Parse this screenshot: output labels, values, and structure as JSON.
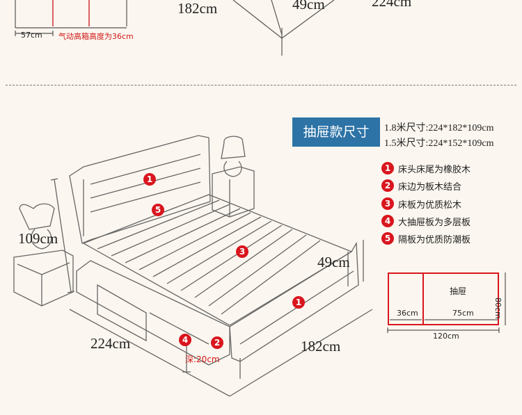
{
  "top_section": {
    "dim_57": "57cm",
    "gas_note": "气动高箱高度为36cm",
    "dim_182_top": "182cm",
    "dim_49_top": "49cm",
    "dim_224_top": "224cm"
  },
  "title": "抽屉款尺寸",
  "specs": [
    "1.8米尺寸:224*182*109cm",
    "1.5米尺寸:224*152*109cm"
  ],
  "features": [
    {
      "num": "1",
      "text": "床头床尾为橡胶木"
    },
    {
      "num": "2",
      "text": "床边为板木结合"
    },
    {
      "num": "3",
      "text": "床板为优质松木"
    },
    {
      "num": "4",
      "text": "大抽屉板为多层板"
    },
    {
      "num": "5",
      "text": "隔板为优质防潮板"
    }
  ],
  "bed": {
    "height": "109cm",
    "side_height": "49cm",
    "length": "224cm",
    "width": "182cm",
    "drawer_depth": "深:20cm",
    "markers": [
      "1",
      "5",
      "3",
      "1",
      "4",
      "2"
    ]
  },
  "drawer_diagram": {
    "label": "抽屉",
    "left_width": "36cm",
    "right_width": "75cm",
    "total_width": "120cm",
    "height": "80cm"
  },
  "colors": {
    "accent_blue": "#2d73a6",
    "accent_red": "#d9161e",
    "background": "#fbf6ef"
  }
}
